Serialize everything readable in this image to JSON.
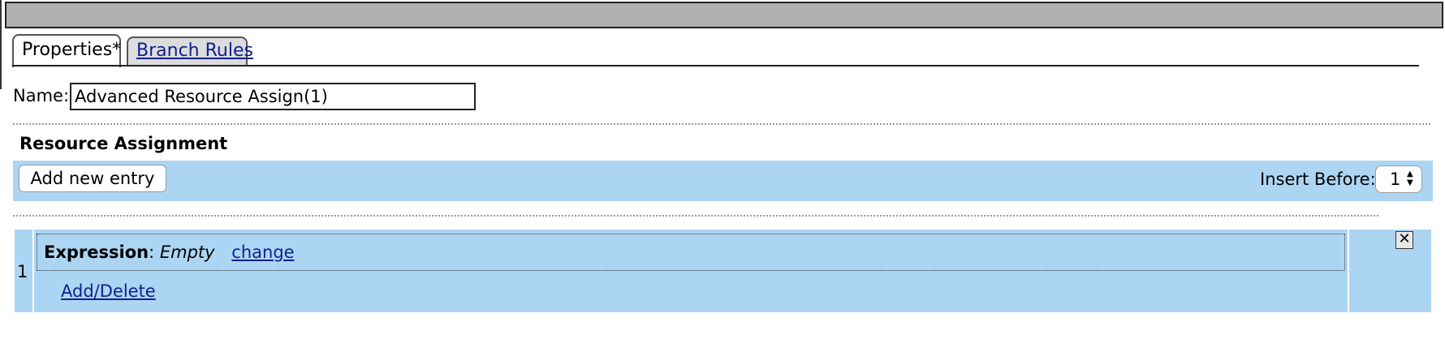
{
  "tabs": [
    {
      "label": "Properties*",
      "active": true
    },
    {
      "label": "Branch Rules",
      "active": false
    }
  ],
  "name_field": {
    "label": "Name:",
    "value": "Advanced Resource Assign(1)"
  },
  "section": {
    "title": "Resource Assignment"
  },
  "toolbar": {
    "add_label": "Add new entry",
    "insert_label": "Insert Before:",
    "insert_value": "1"
  },
  "entries": [
    {
      "index": "1",
      "expression_label": "Expression",
      "separator": ":",
      "expression_value": "Empty",
      "change_label": "change",
      "add_delete_label": "Add/Delete"
    }
  ],
  "icons": {
    "close": "close-icon",
    "select_arrows": "updown-arrows-icon"
  },
  "colors": {
    "band": "#acd5f3",
    "link": "#111f8f",
    "titlebar": "#b0b0b0"
  }
}
